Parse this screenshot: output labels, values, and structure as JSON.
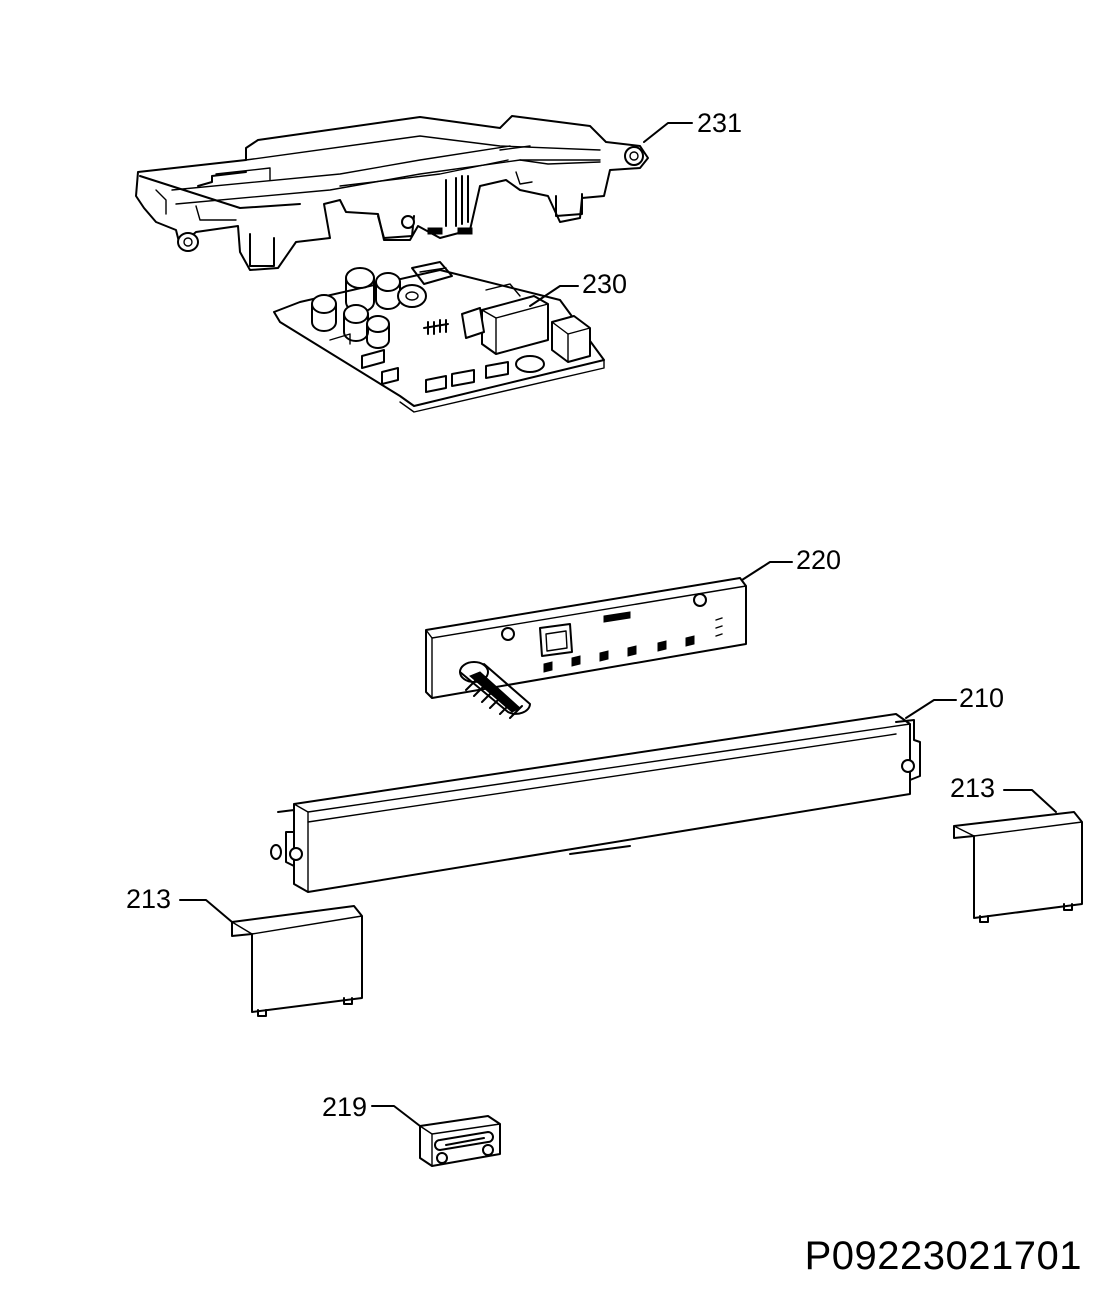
{
  "callouts": {
    "part_231": "231",
    "part_230": "230",
    "part_220": "220",
    "part_210": "210",
    "part_213_right": "213",
    "part_213_left": "213",
    "part_219": "219"
  },
  "drawing_number": "P09223021701"
}
